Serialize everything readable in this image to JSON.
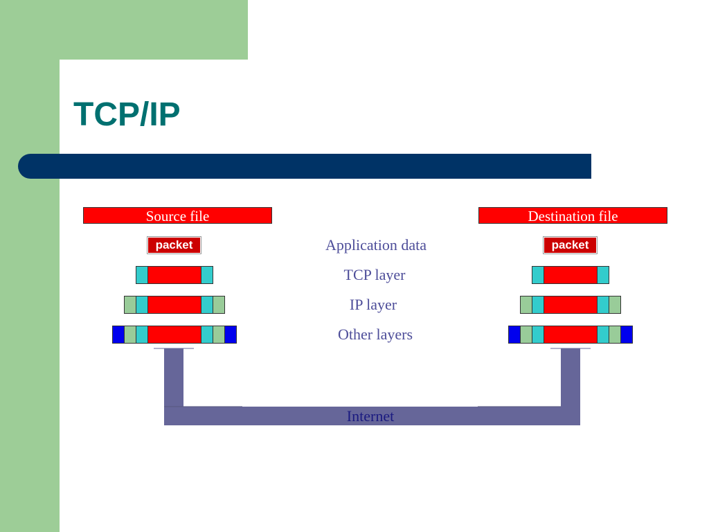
{
  "slide": {
    "title": "TCP/IP"
  },
  "diagram": {
    "source_label": "Source file",
    "destination_label": "Destination file",
    "packet_label": "packet",
    "layers": [
      "Application data",
      "TCP layer",
      "IP layer",
      "Other layers"
    ],
    "network_label": "Internet"
  },
  "colors": {
    "title": "#007070",
    "title_bar": "#003366",
    "accent_green": "#9dcd97",
    "file_red": "#ff0000",
    "tcp_header": "#33cccc",
    "ip_header": "#99cc99",
    "other_header": "#0000ee",
    "network_pipe": "#666699"
  }
}
